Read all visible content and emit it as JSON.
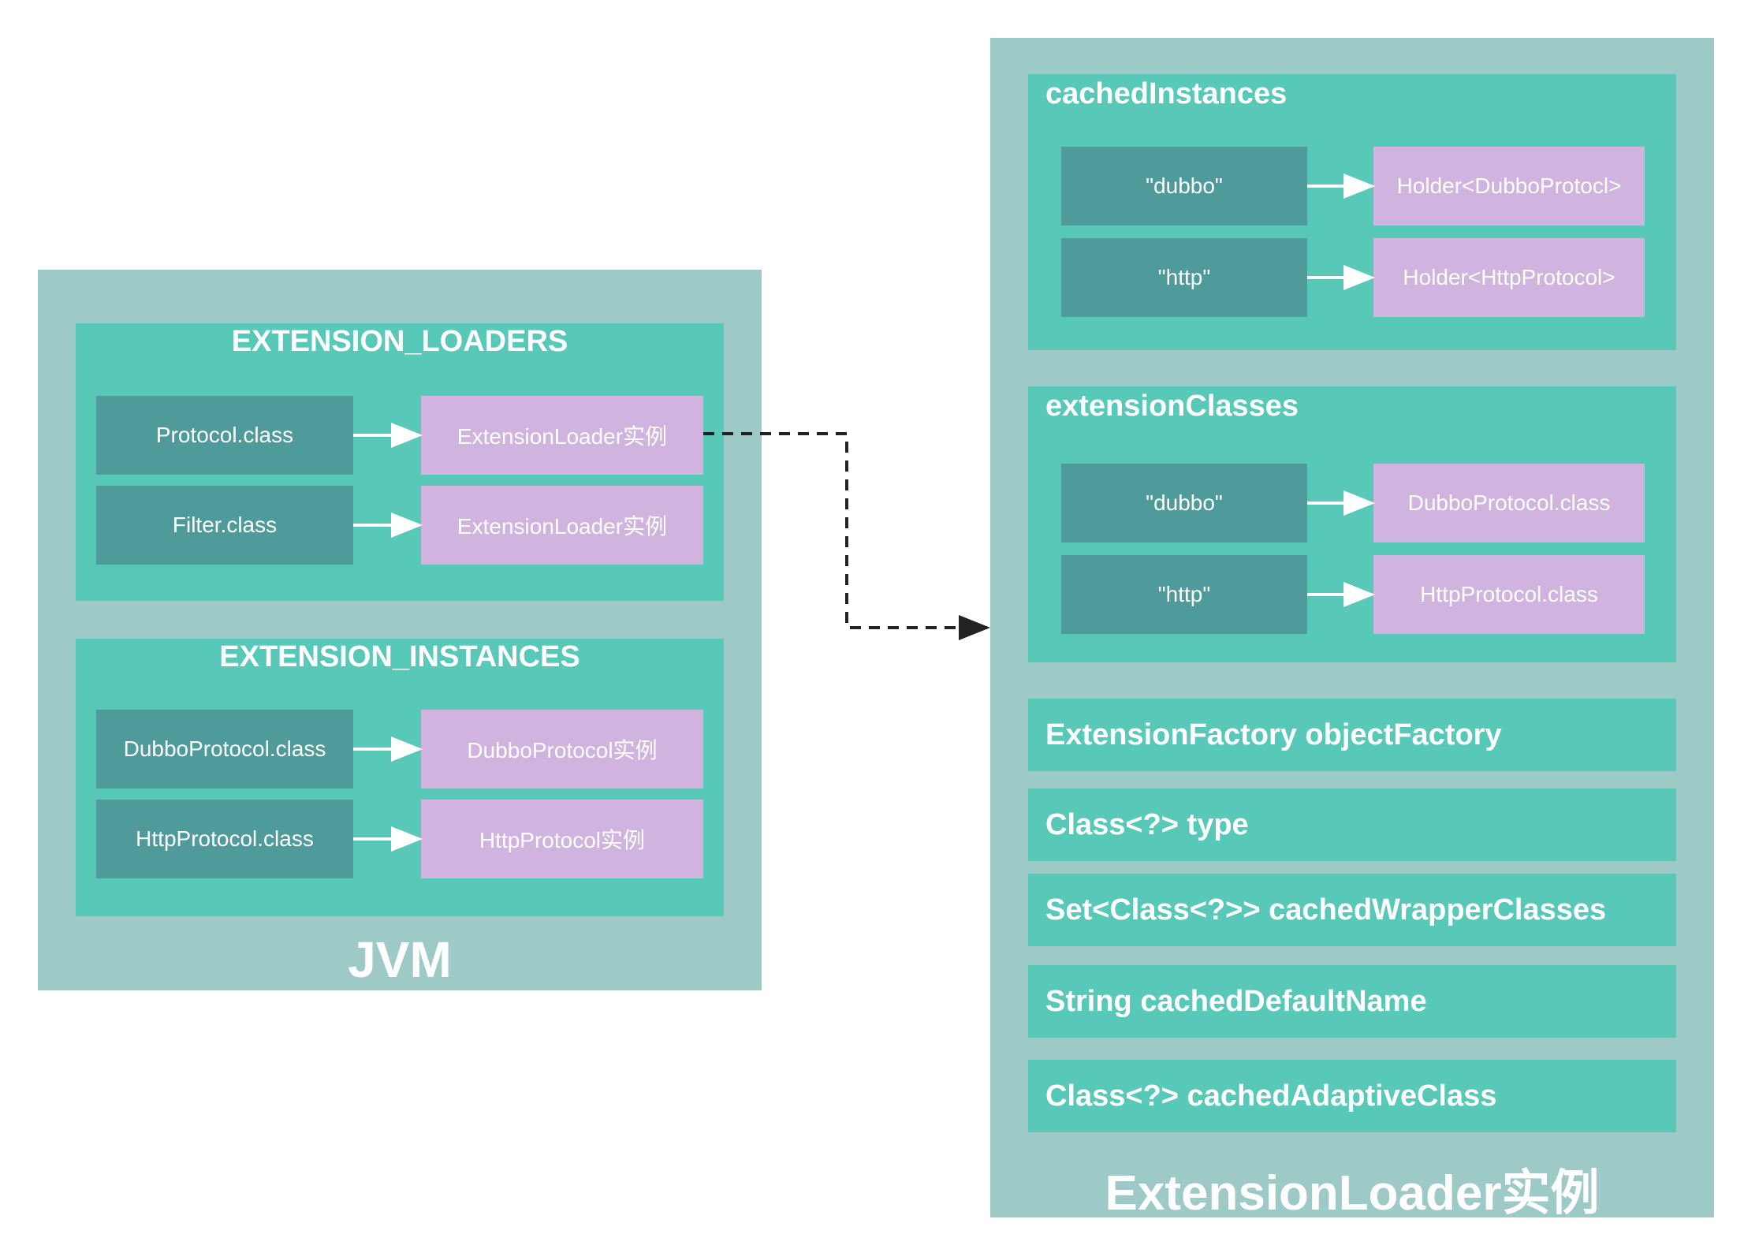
{
  "jvm": {
    "label": "JVM",
    "extension_loaders": {
      "title": "EXTENSION_LOADERS",
      "rows": [
        {
          "key": "Protocol.class",
          "value": "ExtensionLoader实例"
        },
        {
          "key": "Filter.class",
          "value": "ExtensionLoader实例"
        }
      ]
    },
    "extension_instances": {
      "title": "EXTENSION_INSTANCES",
      "rows": [
        {
          "key": "DubboProtocol.class",
          "value": "DubboProtocol实例"
        },
        {
          "key": "HttpProtocol.class",
          "value": "HttpProtocol实例"
        }
      ]
    }
  },
  "loader": {
    "label": "ExtensionLoader实例",
    "cached_instances": {
      "title": "cachedInstances",
      "rows": [
        {
          "key": "\"dubbo\"",
          "value": "Holder<DubboProtocl>"
        },
        {
          "key": "\"http\"",
          "value": "Holder<HttpProtocol>"
        }
      ]
    },
    "extension_classes": {
      "title": "extensionClasses",
      "rows": [
        {
          "key": "\"dubbo\"",
          "value": "DubboProtocol.class"
        },
        {
          "key": "\"http\"",
          "value": "HttpProtocol.class"
        }
      ]
    },
    "fields": [
      "ExtensionFactory objectFactory",
      "Class<?> type",
      "Set<Class<?>> cachedWrapperClasses",
      "String cachedDefaultName",
      "Class<?> cachedAdaptiveClass"
    ]
  },
  "colors": {
    "outer_box": "#9dc9c7",
    "section_box": "#58c9b8",
    "key_box": "#4f9a9a",
    "value_box": "#d1b3e0",
    "text": "#ffffff",
    "connector": "#222222"
  }
}
